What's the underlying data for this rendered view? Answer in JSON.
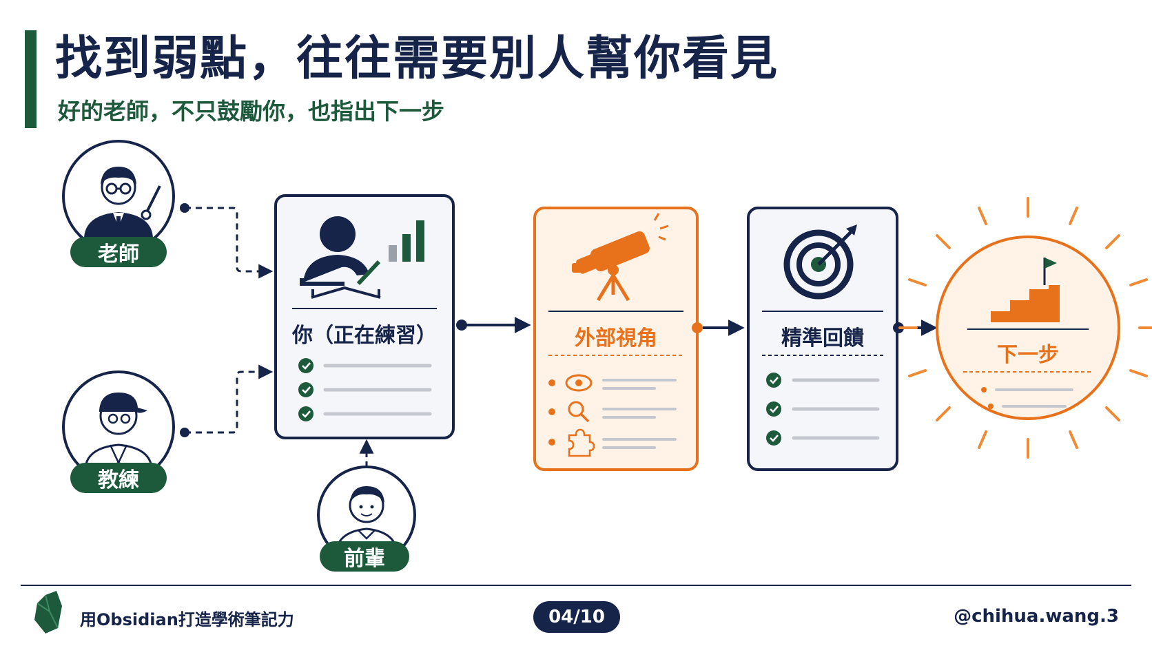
{
  "header": {
    "title": "找到弱點，往往需要別人幫你看見",
    "subtitle": "好的老師，不只鼓勵你，也指出下一步"
  },
  "sources": [
    {
      "label": "老師",
      "icon": "teacher-icon"
    },
    {
      "label": "教練",
      "icon": "coach-icon"
    },
    {
      "label": "前輩",
      "icon": "senior-icon"
    }
  ],
  "cards": {
    "you": {
      "title": "你（正在練習）",
      "icon": "student-writing-icon"
    },
    "perspective": {
      "title": "外部視角",
      "icon": "telescope-icon"
    },
    "feedback": {
      "title": "精準回饋",
      "icon": "target-icon"
    },
    "next": {
      "title": "下一步",
      "icon": "stairs-flag-icon"
    }
  },
  "footer": {
    "left": "用Obsidian打造學術筆記力",
    "page": "04/10",
    "right": "@chihua.wang.3"
  },
  "colors": {
    "navy": "#16244a",
    "green": "#1d5a3b",
    "orange": "#e8721c",
    "card_bg": "#f4f6f9",
    "orange_bg": "#fff3e8"
  }
}
